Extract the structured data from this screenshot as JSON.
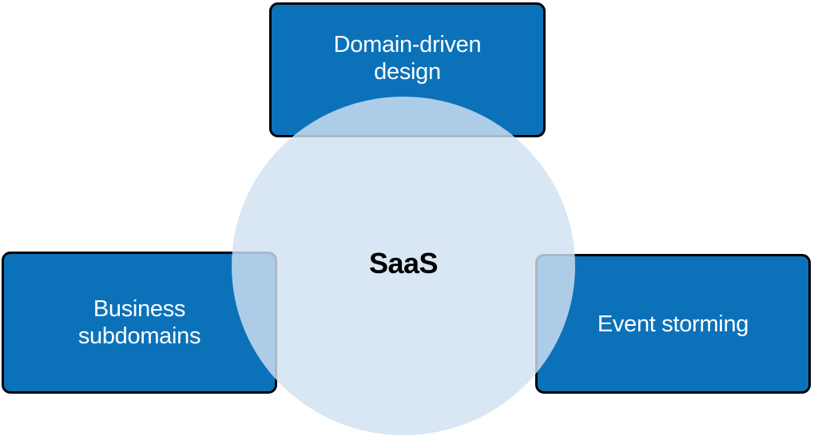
{
  "diagram": {
    "center": {
      "label": "SaaS"
    },
    "nodes": [
      {
        "id": "domain-driven-design",
        "line1": "Domain-driven",
        "line2": "design"
      },
      {
        "id": "business-subdomains",
        "line1": "Business",
        "line2": "subdomains"
      },
      {
        "id": "event-storming",
        "line1": "Event storming",
        "line2": ""
      }
    ],
    "colors": {
      "box_fill": "#0B72BA",
      "box_border": "#000000",
      "box_text": "#FFFFFF",
      "circle_fill": "rgba(209,224,240,0.82)",
      "center_text": "#000000",
      "canvas_bg": "#FFFFFF"
    }
  }
}
